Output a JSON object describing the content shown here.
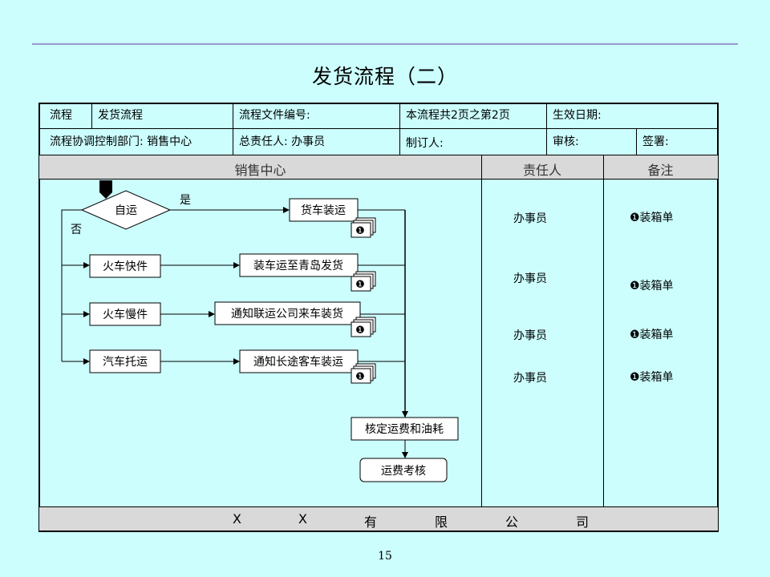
{
  "title": "发货流程（二）",
  "header_row1": {
    "process_label": "流程",
    "process_value": "发货流程",
    "file_no": "流程文件编号:",
    "pages": "本流程共2页之第2页",
    "effective_date": "生效日期:"
  },
  "header_row2": {
    "coord_dept": "流程协调控制部门: 销售中心",
    "owner": "总责任人:   办事员",
    "author": "制订人:",
    "review": "审核:",
    "sign": "签署:"
  },
  "columns": [
    "销售中心",
    "责任人",
    "备注"
  ],
  "flow": {
    "decision": "自运",
    "yes": "是",
    "no": "否",
    "left_boxes": [
      "火车快件",
      "火车慢件",
      "汽车托运"
    ],
    "right_boxes": [
      "货车装运",
      "装车运至青岛发货",
      "通知联运公司来车装货",
      "通知长途客车装运"
    ],
    "doc_marker": "❶",
    "merge_box": "核定运费和油耗",
    "end_box": "运费考核"
  },
  "responsible": [
    "办事员",
    "办事员",
    "办事员",
    "办事员"
  ],
  "remarks": [
    "❶装箱单",
    "❶装箱单",
    "❶装箱单",
    "❶装箱单"
  ],
  "company_chars": [
    "X",
    "X",
    "有",
    "限",
    "公",
    "司"
  ],
  "page_number": "15"
}
